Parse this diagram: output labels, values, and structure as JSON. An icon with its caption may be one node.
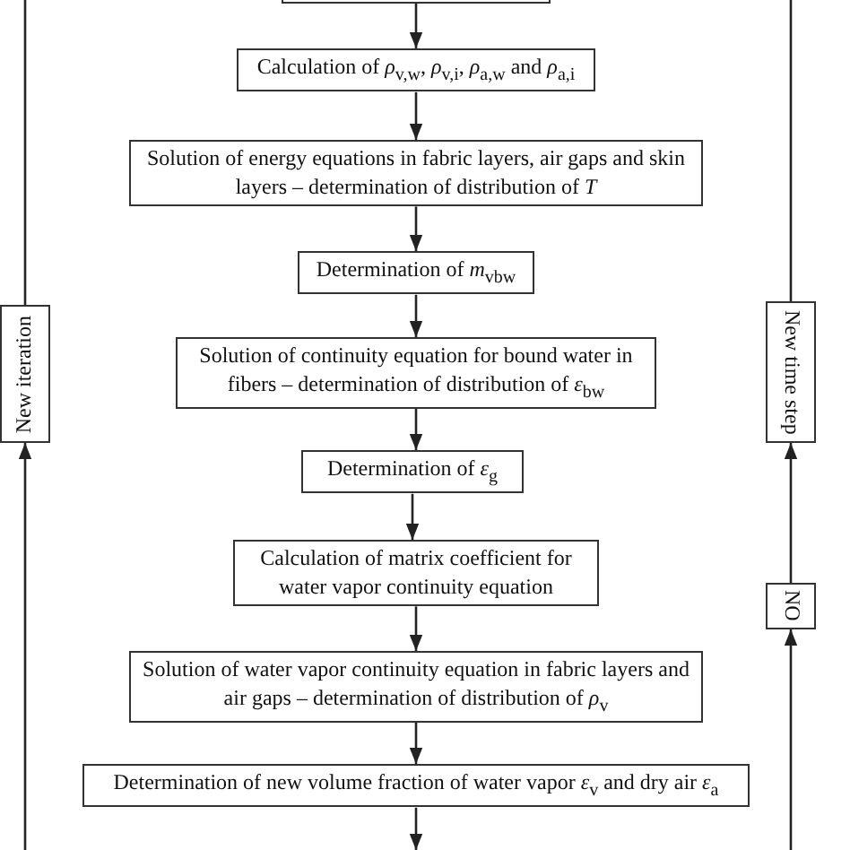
{
  "diagram": {
    "nodes": [
      {
        "text": [],
        "shape": "box"
      },
      {
        "text": [
          "Calculation of *ρ*$_{v,w}$, *ρ*$_{v,i}$, *ρ*$_{a,w}$ and *ρ*$_{a,i}$"
        ]
      },
      {
        "text": [
          "Solution of energy equations in fabric layers, air gaps and skin layers – determination of distribution of *T*"
        ]
      },
      {
        "text": [
          "Determination of *m*$_{vbw}$"
        ]
      },
      {
        "text": [
          "Solution of continuity equation for bound water in fibers – determination of distribution of *ε*$_{bw}$"
        ]
      },
      {
        "text": [
          "Determination of *ε*$_{g}$"
        ]
      },
      {
        "text": [
          "Calculation of matrix coefficient for water vapor continuity equation"
        ]
      },
      {
        "text": [
          "Solution of water vapor continuity equation in fabric layers and air gaps – determination of distribution of *ρ*$_{v}$"
        ]
      },
      {
        "text": [
          "Determination of new volume fraction of water vapor *ε*$_{v}$ and dry air *ε*$_{a}$"
        ]
      },
      {
        "text": [
          "New iteration"
        ]
      },
      {
        "text": [
          "New time step"
        ]
      },
      {
        "text": [
          "NO"
        ]
      }
    ],
    "edges": [
      {
        "from": 0,
        "to": 1,
        "arrow": "to"
      },
      {
        "from": 1,
        "to": 2,
        "arrow": "to"
      },
      {
        "from": 2,
        "to": 3,
        "arrow": "to"
      },
      {
        "from": 3,
        "to": 4,
        "arrow": "to"
      },
      {
        "from": 4,
        "to": 5,
        "arrow": "to"
      },
      {
        "from": 5,
        "to": 6,
        "arrow": "to"
      },
      {
        "from": 6,
        "to": 7,
        "arrow": "to"
      },
      {
        "from": 7,
        "to": 8,
        "arrow": "to"
      },
      {
        "from": 8,
        "to": null,
        "arrow": "to"
      },
      {
        "from": null,
        "to": 9,
        "arrow": "to"
      },
      {
        "from": 9,
        "to": null,
        "arrow": "none"
      },
      {
        "from": null,
        "to": 11,
        "arrow": "to"
      },
      {
        "from": 11,
        "to": 10,
        "arrow": "to"
      },
      {
        "from": 10,
        "to": null,
        "arrow": "none"
      }
    ]
  }
}
